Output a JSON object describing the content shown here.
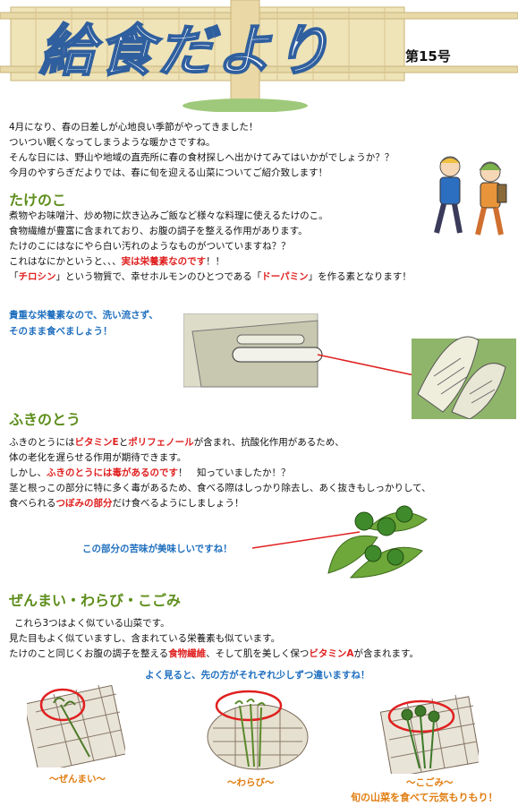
{
  "header": {
    "title": "給食だより",
    "issue": "第15号"
  },
  "intro": [
    "4月になり、春の日差しが心地良い季節がやってきました！",
    "ついつい眠くなってしまうような暖かさですね。",
    "そんな日には、野山や地域の直売所に春の食材探しへ出かけてみてはいかがでしょうか？？",
    "今月のやすらぎだよりでは、春に旬を迎える山菜についてご紹介致します！"
  ],
  "takenoko": {
    "heading": "たけのこ",
    "lines": [
      "煮物やお味噌汁、炒め物に炊き込みご飯など様々な料理に使えるたけのこ。",
      "食物繊維が豊富に含まれており、お腹の調子を整える作用があります。",
      "たけのこにはなにやら白い汚れのようなものがついていますね？？"
    ],
    "line4_a": "これはなにかというと、、、",
    "line4_b": "実は栄養素なのです",
    "line4_c": "！！",
    "line5_a": "「",
    "line5_b": "チロシン",
    "line5_c": "」という物質で、幸せホルモンのひとつである「",
    "line5_d": "ドーパミン",
    "line5_e": "」を作る素となります！",
    "note1": "貴重な栄養素なので、洗い流さず、",
    "note2": "そのまま食べましょう！"
  },
  "fukinoto": {
    "heading": "ふきのとう",
    "l1_a": "ふきのとうには",
    "l1_b": "ビタミンE",
    "l1_c": "と",
    "l1_d": "ポリフェノール",
    "l1_e": "が含まれ、抗酸化作用があるため、",
    "l2": "体の老化を遅らせる作用が期待できます。",
    "l3_a": "しかし、",
    "l3_b": "ふきのとうには毒があるのです",
    "l3_c": "！　知っていましたか！？",
    "l4": "茎と根っこの部分に特に多く毒があるため、食べる際はしっかり除去し、あく抜きもしっかりして、",
    "l5_a": "食べられる",
    "l5_b": "つぼみの部分",
    "l5_c": "だけ食べるようにしましょう！",
    "note": "この部分の苦味が美味しいですね！"
  },
  "zenmai": {
    "heading": "ぜんまい・わらび・こごみ",
    "l1": "これら3つはよく似ている山菜です。",
    "l2": "見た目もよく似ていますし、含まれている栄養素も似ています。",
    "l3_a": "たけのこと同じくお腹の調子を整える",
    "l3_b": "食物繊維",
    "l3_c": "、そして肌を美しく保つ",
    "l3_d": "ビタミンA",
    "l3_e": "が含まれます。",
    "note": "よく見ると、先の方がそれぞれ少しずつ違いますね！",
    "captions": [
      "～ぜんまい～",
      "～わらび～",
      "～こごみ～"
    ],
    "footer": "旬の山菜を食べて元気もりもり！"
  },
  "colors": {
    "title_outline": "#2f5f9e",
    "heading_green": "#5e8e1c",
    "accent_red": "#e02020",
    "accent_blue": "#1f6fbf",
    "accent_orange": "#e07d10",
    "wood": "#e8d9a8"
  }
}
